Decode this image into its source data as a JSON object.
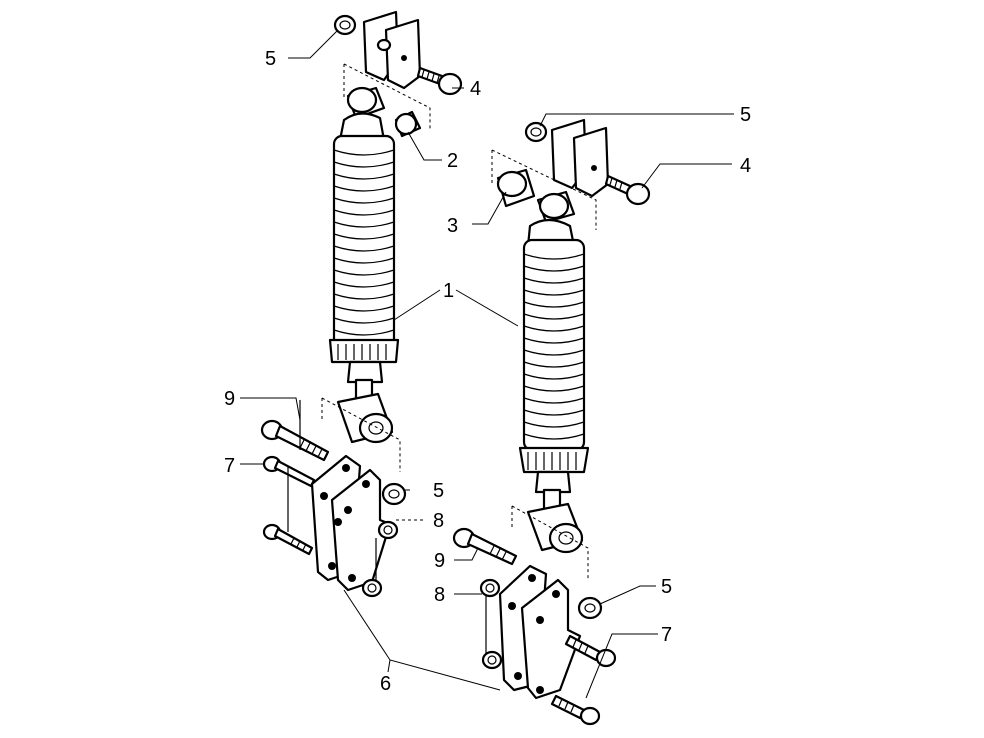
{
  "callouts": {
    "c1": "1",
    "c2": "2",
    "c3": "3",
    "c4a": "4",
    "c4b": "4",
    "c5a": "5",
    "c5b": "5",
    "c5c": "5",
    "c5d": "5",
    "c6": "6",
    "c7a": "7",
    "c7b": "7",
    "c8a": "8",
    "c8b": "8",
    "c9a": "9",
    "c9b": "9"
  }
}
